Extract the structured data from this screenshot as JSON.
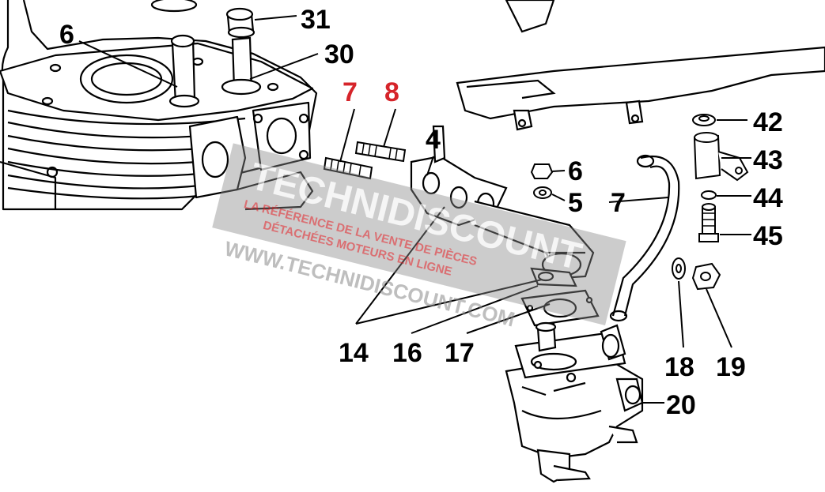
{
  "diagram": {
    "callouts": [
      {
        "id": "c6a",
        "label": "6",
        "color": "#000000"
      },
      {
        "id": "c31",
        "label": "31",
        "color": "#000000"
      },
      {
        "id": "c30",
        "label": "30",
        "color": "#000000"
      },
      {
        "id": "c7a",
        "label": "7",
        "color": "#d6242a"
      },
      {
        "id": "c8",
        "label": "8",
        "color": "#d6242a"
      },
      {
        "id": "c4",
        "label": "4",
        "color": "#000000"
      },
      {
        "id": "c6b",
        "label": "6",
        "color": "#000000"
      },
      {
        "id": "c5",
        "label": "5",
        "color": "#000000"
      },
      {
        "id": "c7b",
        "label": "7",
        "color": "#000000"
      },
      {
        "id": "c42",
        "label": "42",
        "color": "#000000"
      },
      {
        "id": "c43",
        "label": "43",
        "color": "#000000"
      },
      {
        "id": "c44",
        "label": "44",
        "color": "#000000"
      },
      {
        "id": "c45",
        "label": "45",
        "color": "#000000"
      },
      {
        "id": "c14",
        "label": "14",
        "color": "#000000"
      },
      {
        "id": "c16",
        "label": "16",
        "color": "#000000"
      },
      {
        "id": "c17",
        "label": "17",
        "color": "#000000"
      },
      {
        "id": "c18",
        "label": "18",
        "color": "#000000"
      },
      {
        "id": "c19",
        "label": "19",
        "color": "#000000"
      },
      {
        "id": "c20",
        "label": "20",
        "color": "#000000"
      }
    ]
  },
  "watermark": {
    "brand": "TECHNIDISCOUNT",
    "tagline1": "LA RÉFÉRENCE DE LA VENTE DE PIÈCES",
    "tagline2": "DÉTACHÉES MOTEURS EN LIGNE",
    "url": "WWW.TECHNIDISCOUNT.COM",
    "color": "#8a8a8a"
  }
}
